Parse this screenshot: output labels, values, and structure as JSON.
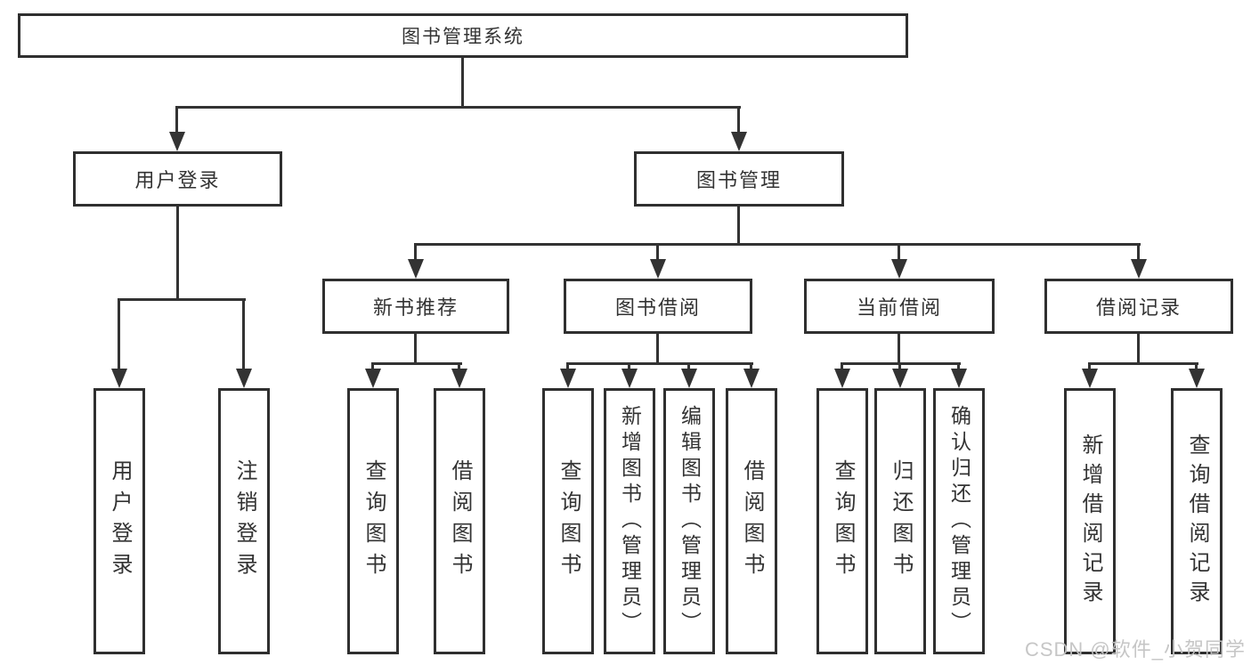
{
  "title": "图书管理系统",
  "watermark": "CSDN @软件_小贺同学",
  "colors": {
    "line": "#333333",
    "box_border": "#2f2f2f",
    "text": "#333333",
    "watermark": "#c3c3c3",
    "background": "#ffffff"
  },
  "level2": {
    "user_login": "用户登录",
    "book_management": "图书管理"
  },
  "level3": {
    "new_book_recommend": "新书推荐",
    "book_borrow": "图书借阅",
    "current_borrow": "当前借阅",
    "borrow_record": "借阅记录"
  },
  "leaves": {
    "user_login": [
      "用户登录",
      "注销登录"
    ],
    "new_book_recommend": [
      "查询图书",
      "借阅图书"
    ],
    "book_borrow": [
      "查询图书",
      "新增图书（管理员）",
      "编辑图书（管理员）",
      "借阅图书"
    ],
    "current_borrow": [
      "查询图书",
      "归还图书",
      "确认归还（管理员）"
    ],
    "borrow_record": [
      "新增借阅记录",
      "查询借阅记录"
    ]
  }
}
